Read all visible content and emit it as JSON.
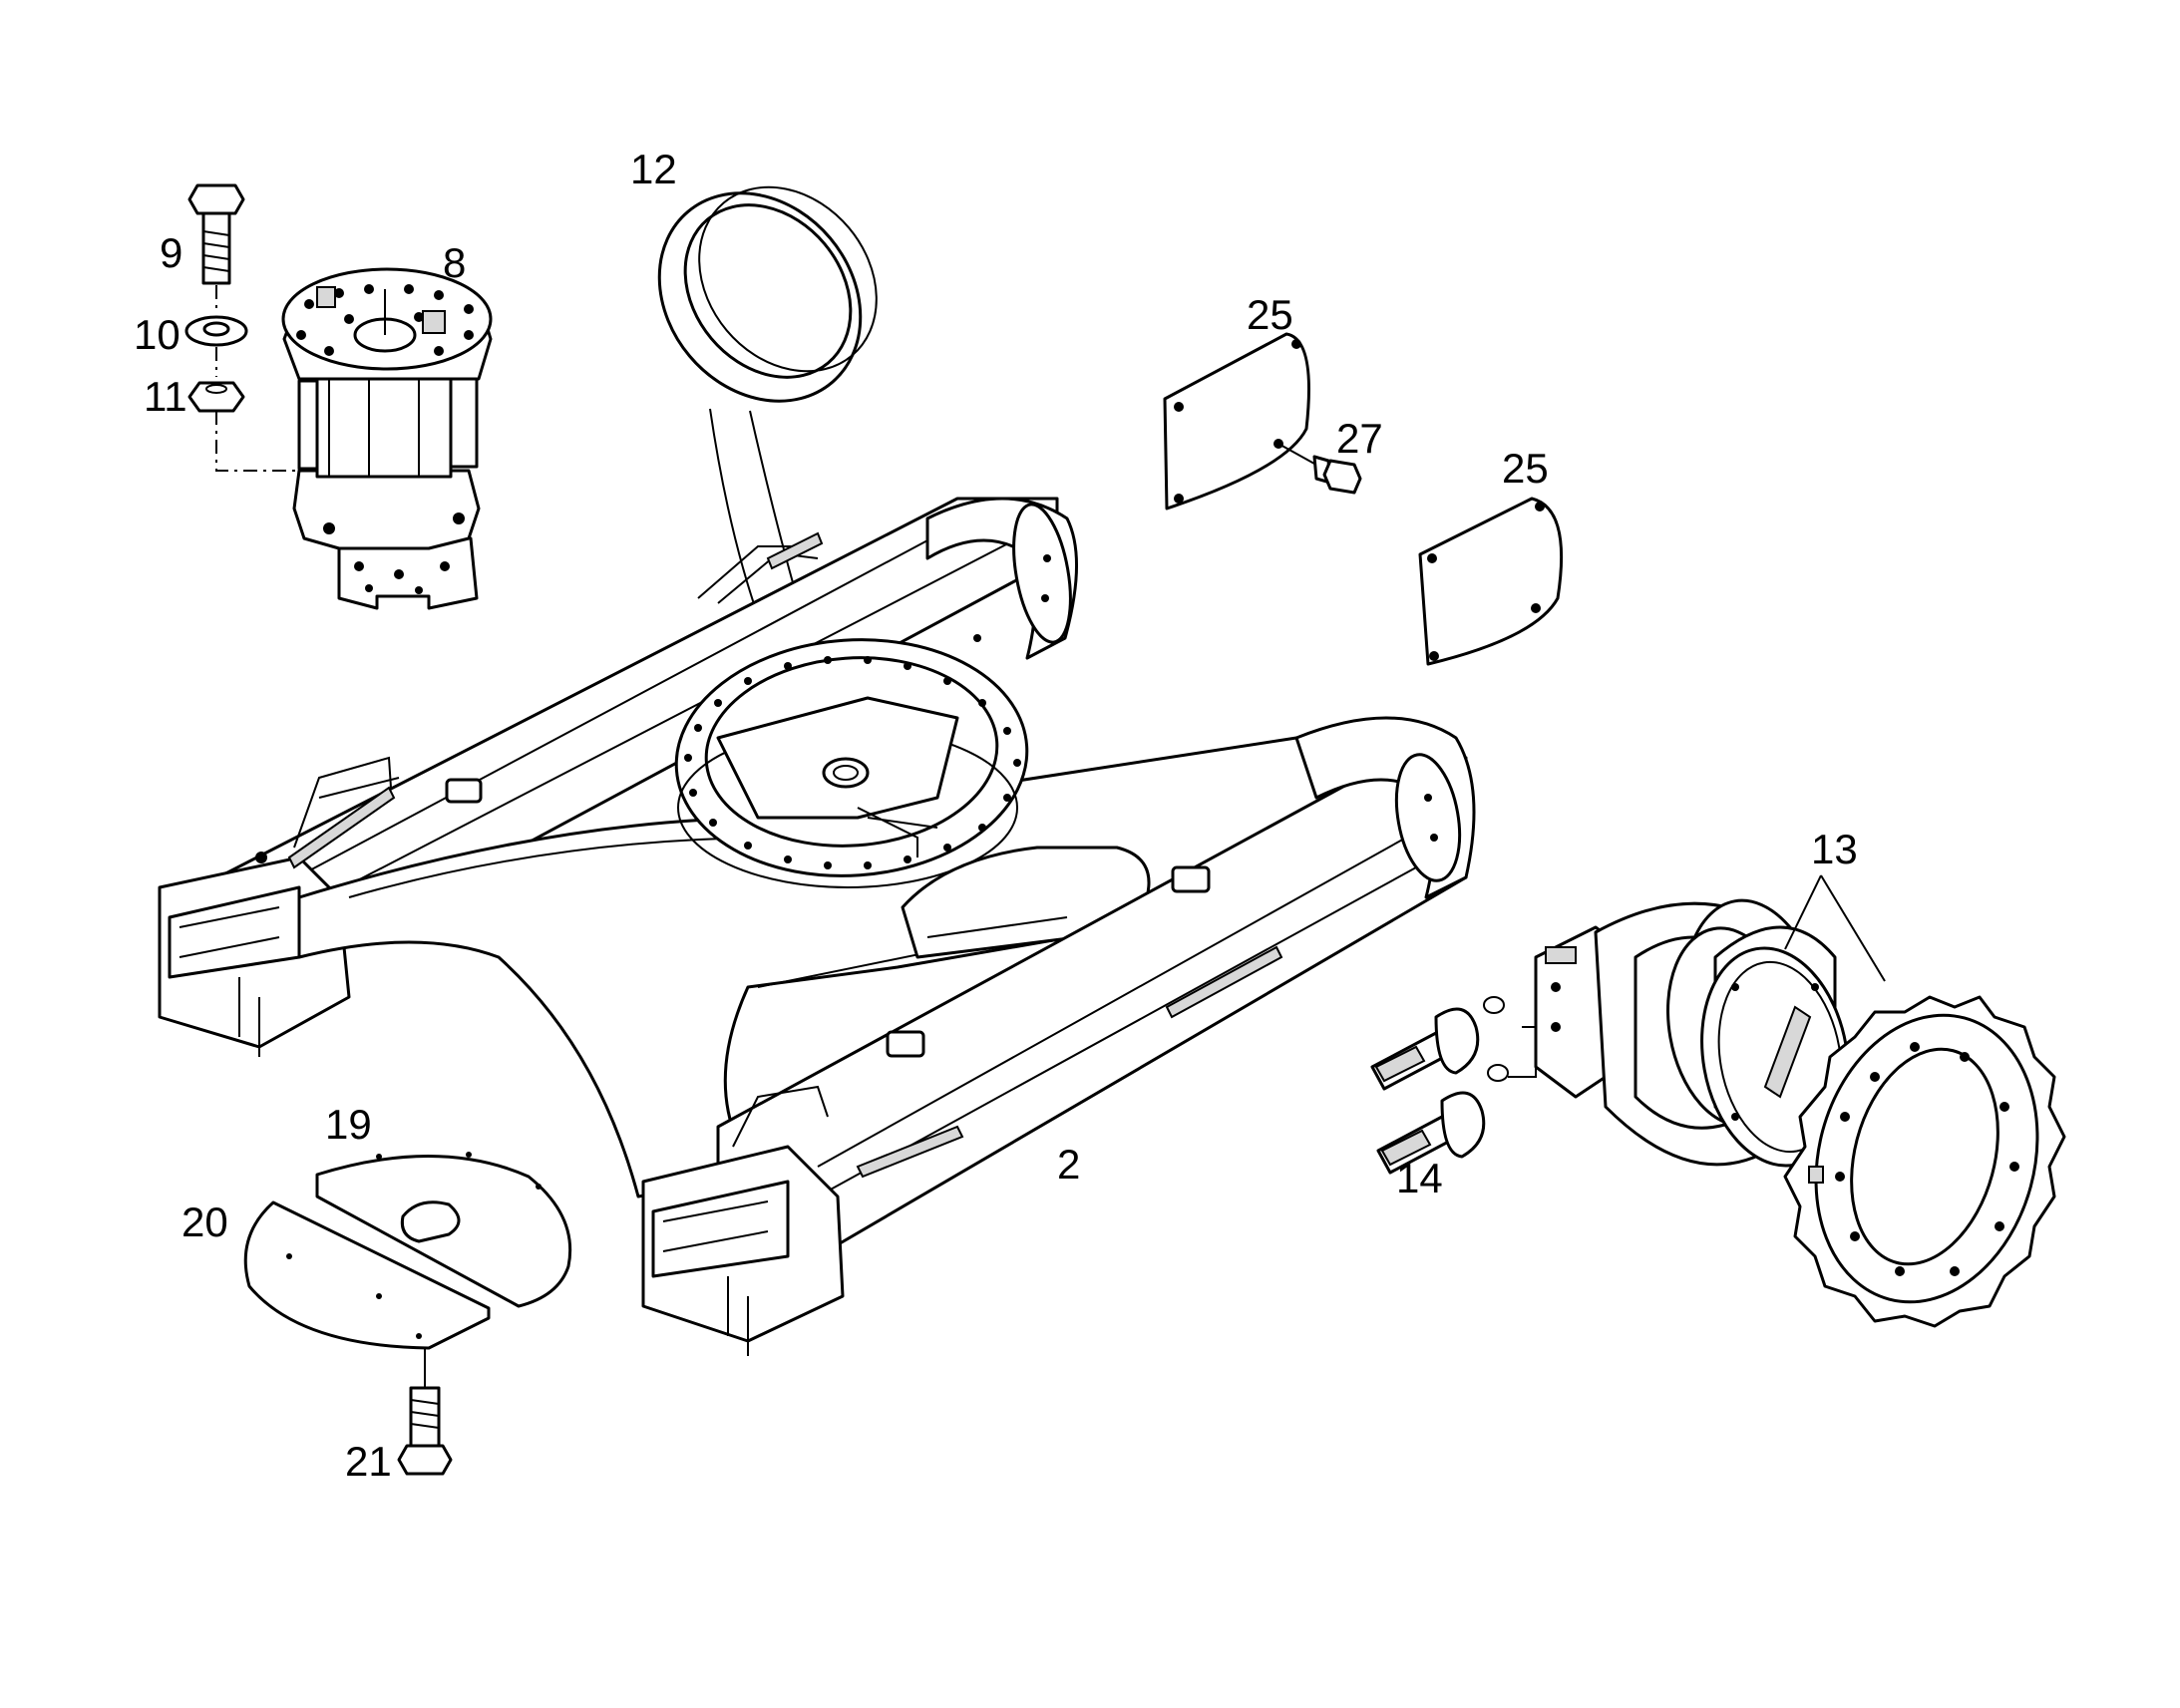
{
  "callouts": {
    "p2": "2",
    "p8": "8",
    "p9": "9",
    "p10": "10",
    "p11": "11",
    "p12": "12",
    "p13": "13",
    "p14": "14",
    "p19": "19",
    "p20": "20",
    "p21": "21",
    "p25a": "25",
    "p25b": "25",
    "p27": "27"
  }
}
